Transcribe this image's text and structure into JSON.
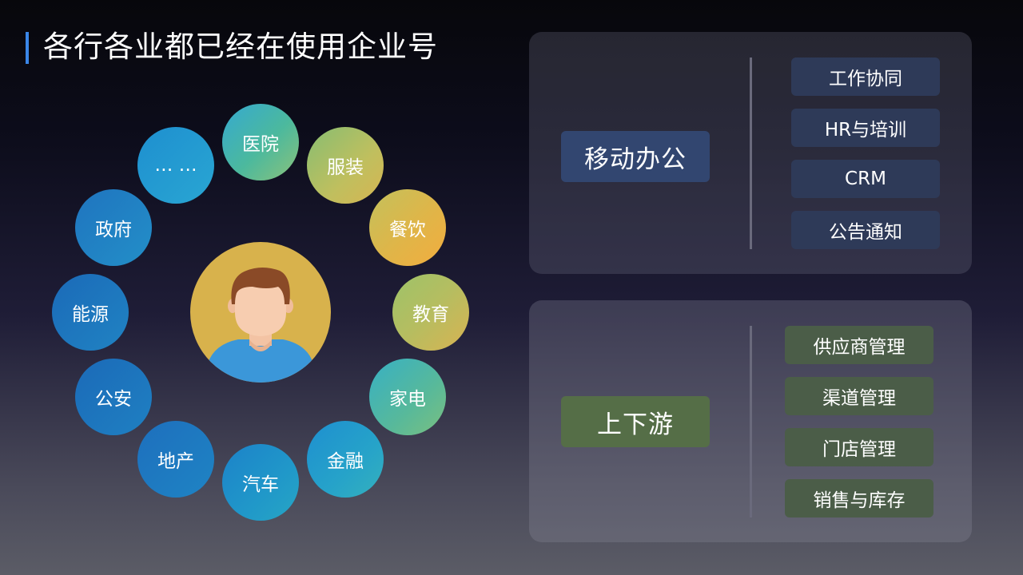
{
  "title": "各行各业都已经在使用企业号",
  "industries": [
    {
      "label": "医院",
      "color": "linear-gradient(135deg, #35a9d1 0%, #4cb99d 55%, #8cc27a 100%)"
    },
    {
      "label": "服装",
      "color": "linear-gradient(135deg, #87be72 0%, #c0bf5e 60%, #d7b552 100%)"
    },
    {
      "label": "餐饮",
      "color": "linear-gradient(135deg, #c3c15c 0%, #e0b548 55%, #f2ad3f 100%)"
    },
    {
      "label": "教育",
      "color": "linear-gradient(135deg, #9dc369 0%, #b6bd60 50%, #d9b352 100%)"
    },
    {
      "label": "家电",
      "color": "linear-gradient(135deg, #37b0c4 0%, #58b99a 60%, #7bc07f 100%)"
    },
    {
      "label": "金融",
      "color": "linear-gradient(135deg, #1e8fd0 0%, #26a3c9 60%, #35b1bd 100%)"
    },
    {
      "label": "汽车",
      "color": "linear-gradient(135deg, #1c82c9 0%, #2098c9 60%, #27a6c4 100%)"
    },
    {
      "label": "地产",
      "color": "linear-gradient(135deg, #1d6fbd 0%, #1f84c4 100%)"
    },
    {
      "label": "公安",
      "color": "linear-gradient(135deg, #1b6ab8 0%, #1f80c2 100%)"
    },
    {
      "label": "能源",
      "color": "linear-gradient(135deg, #1b6ab8 0%, #2083c3 100%)"
    },
    {
      "label": "政府",
      "color": "linear-gradient(135deg, #1f74bf 0%, #238fc8 100%)"
    },
    {
      "label": "… …",
      "color": "linear-gradient(135deg, #1e8fd0 0%, #29a6d2 100%)"
    }
  ],
  "mobile_office": {
    "category": "移动办公",
    "items": [
      "工作协同",
      "HR与培训",
      "CRM",
      "公告通知"
    ]
  },
  "upstream_downstream": {
    "category": "上下游",
    "items": [
      "供应商管理",
      "渠道管理",
      "门店管理",
      "销售与库存"
    ]
  },
  "colors": {
    "title_accent": "#3a86e8",
    "avatar_bg": "#d8b24c",
    "mobile_office_tag": "#324670",
    "upstream_tag": "#556e47"
  },
  "icons": {
    "center_avatar": "person-avatar-icon"
  }
}
